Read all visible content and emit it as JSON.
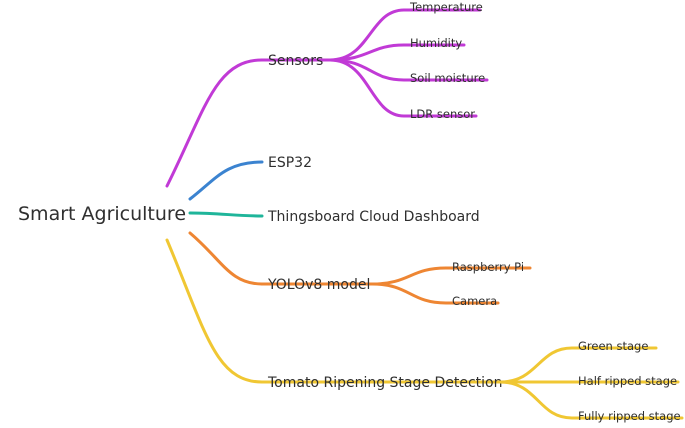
{
  "mindmap": {
    "root": "Smart Agriculture",
    "colors": {
      "sensors": "#c13ad6",
      "esp32": "#3b83d0",
      "thingsboard": "#1fb59a",
      "yolo": "#ee8633",
      "tomato": "#f0c733"
    },
    "branches": {
      "sensors": {
        "label": "Sensors",
        "children": [
          "Temperature",
          "Humidity",
          "Soil moisture",
          "LDR sensor"
        ]
      },
      "esp32": {
        "label": "ESP32"
      },
      "thingsboard": {
        "label": "Thingsboard Cloud Dashboard"
      },
      "yolo": {
        "label": "YOLOv8 model",
        "children": [
          "Raspberry Pi",
          "Camera"
        ]
      },
      "tomato": {
        "label": "Tomato Ripening Stage Detection",
        "children": [
          "Green stage",
          "Half ripped stage",
          "Fully ripped stage"
        ]
      }
    }
  }
}
